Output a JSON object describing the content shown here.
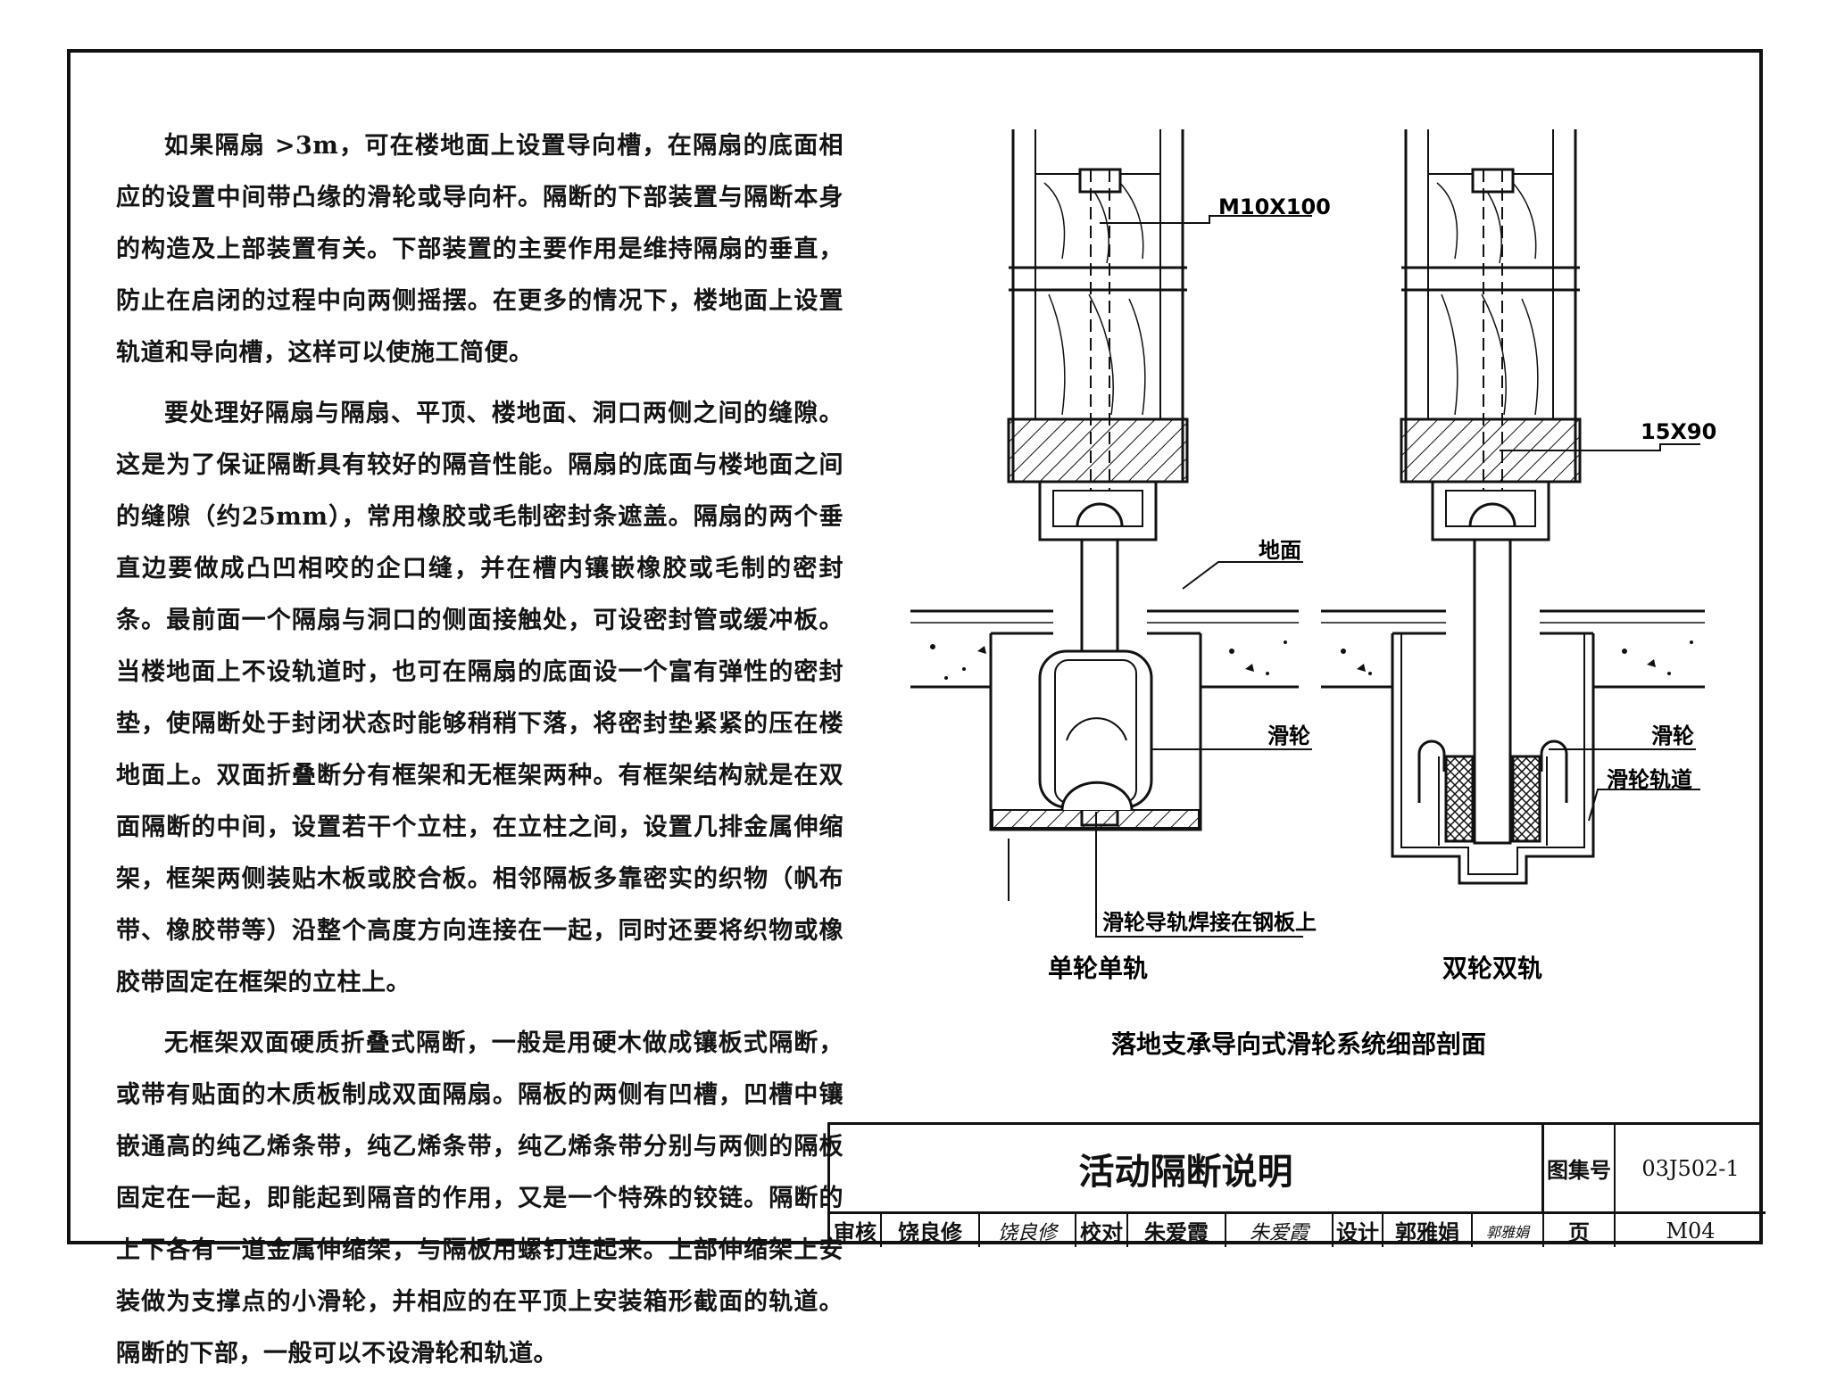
{
  "body_text": {
    "paragraphs": [
      "如果隔扇 >3m，可在楼地面上设置导向槽，在隔扇的底面相应的设置中间带凸缘的滑轮或导向杆。隔断的下部装置与隔断本身的构造及上部装置有关。下部装置的主要作用是维持隔扇的垂直，防止在启闭的过程中向两侧摇摆。在更多的情况下，楼地面上设置轨道和导向槽，这样可以使施工简便。",
      "要处理好隔扇与隔扇、平顶、楼地面、洞口两侧之间的缝隙。这是为了保证隔断具有较好的隔音性能。隔扇的底面与楼地面之间的缝隙（约25mm），常用橡胶或毛制密封条遮盖。隔扇的两个垂直边要做成凸凹相咬的企口缝，并在槽内镶嵌橡胶或毛制的密封条。最前面一个隔扇与洞口的侧面接触处，可设密封管或缓冲板。当楼地面上不设轨道时，也可在隔扇的底面设一个富有弹性的密封垫，使隔断处于封闭状态时能够稍稍下落，将密封垫紧紧的压在楼地面上。双面折叠断分有框架和无框架两种。有框架结构就是在双面隔断的中间，设置若干个立柱，在立柱之间，设置几排金属伸缩架，框架两侧装贴木板或胶合板。相邻隔板多靠密实的织物（帆布带、橡胶带等）沿整个高度方向连接在一起，同时还要将织物或橡胶带固定在框架的立柱上。",
      "无框架双面硬质折叠式隔断，一般是用硬木做成镶板式隔断，或带有贴面的木质板制成双面隔扇。隔板的两侧有凹槽，凹槽中镶嵌通高的纯乙烯条带，纯乙烯条带，纯乙烯条带分别与两侧的隔板固定在一起，即能起到隔音的作用，又是一个特殊的铰链。隔断的上下各有一道金属伸缩架，与隔板用螺钉连起来。上部伸缩架上安装做为支撑点的小滑轮，并相应的在平顶上安装箱形截面的轨道。隔断的下部，一般可以不设滑轮和轨道。"
    ]
  },
  "drawing": {
    "labels": {
      "bolt": "M10X100",
      "timber": "15X90",
      "floor": "地面",
      "pulley_left": "滑轮",
      "pulley_right": "滑轮",
      "track": "滑轮轨道",
      "weld_note": "滑轮导轨焊接在钢板上"
    },
    "caption_left": "单轮单轨",
    "caption_right": "双轮双轨",
    "title": "落地支承导向式滑轮系统细部剖面"
  },
  "title_block": {
    "title": "活动隔断说明",
    "atlas_label": "图集号",
    "atlas_no": "03J502-1",
    "review_label": "审核",
    "reviewer": "饶良修",
    "reviewer_sig": "饶良修",
    "check_label": "校对",
    "checker": "朱爱霞",
    "checker_sig": "朱爱霞",
    "design_label": "设计",
    "designer": "郭雅娟",
    "designer_sig": "郭雅娟",
    "page_label": "页",
    "page_no": "M04"
  }
}
